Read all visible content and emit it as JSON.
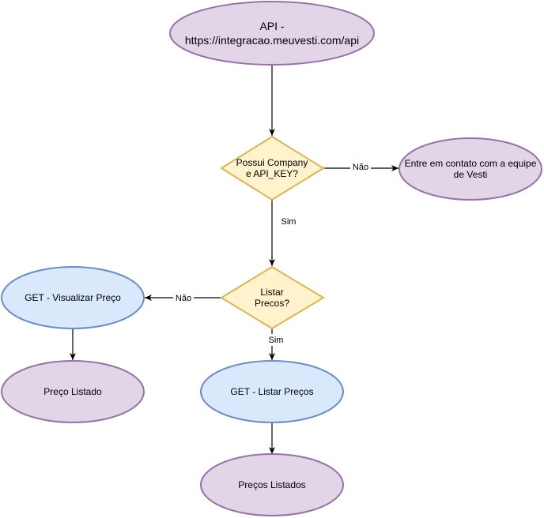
{
  "colors": {
    "purple_fill": "#e1d5e7",
    "purple_stroke": "#9673a6",
    "blue_fill": "#dae8fc",
    "blue_stroke": "#6c8ebf",
    "yellow_fill": "#fff2cc",
    "yellow_stroke": "#d6b656",
    "edge": "#000000"
  },
  "nodes": {
    "api": {
      "line1": "API -",
      "line2": "https://integracao.meuvesti.com/api"
    },
    "decision_company": {
      "line1": "Possui Company",
      "line2": "e API_KEY?"
    },
    "contact": {
      "line1": "Entre em contato com a equipe",
      "line2": "de Vesti"
    },
    "decision_listar": {
      "line1": "Listar",
      "line2": "Precos?"
    },
    "get_visualizar": {
      "label": "GET - Visualizar Preço"
    },
    "preco_listado": {
      "label": "Preço Listado"
    },
    "get_listar": {
      "label": "GET - Listar Preços"
    },
    "precos_listados": {
      "label": "Preços Listados"
    }
  },
  "edges": {
    "company_nao": "Não",
    "company_sim": "Sim",
    "listar_nao": "Não",
    "listar_sim": "Sim"
  }
}
